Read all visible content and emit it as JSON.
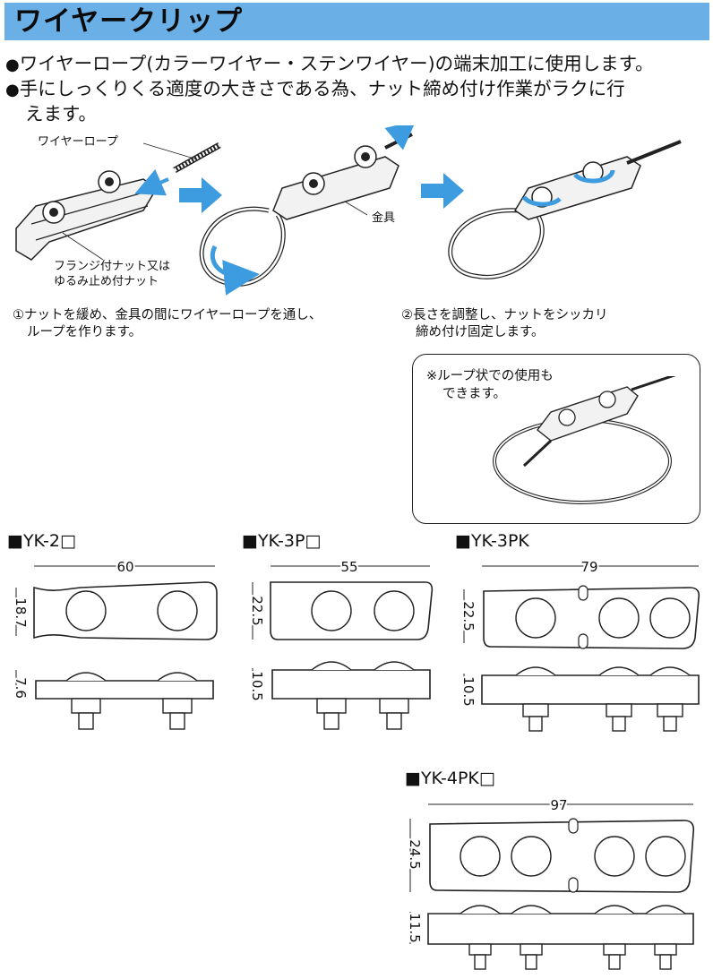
{
  "title": "ワイヤークリップ",
  "bullets": [
    {
      "mark": "●",
      "text": "ワイヤーロープ(カラーワイヤー・ステンワイヤー)の端末加工に使用します。"
    },
    {
      "mark": "●",
      "text_line1": "手にしっくりくる適度の大きさである為、ナット締め付け作業がラクに行",
      "text_line2": "えます。"
    }
  ],
  "diagram": {
    "label_wire": "ワイヤーロープ",
    "label_flange_1": "フランジ付ナット又は",
    "label_flange_2": "ゆるみ止め付ナット",
    "label_fitting": "金具",
    "step1_line1": "①ナットを緩め、金具の間にワイヤーロープを通し、",
    "step1_line2": "ループを作ります。",
    "step2_line1": "②長さを調整し、ナットをシッカリ",
    "step2_line2": "締め付け固定します。",
    "loop_note_line1": "※ループ状での使用も",
    "loop_note_line2": "できます。"
  },
  "products": [
    {
      "name": "■YK-2□",
      "width": "60",
      "height": "18.7",
      "thickness": "7.6"
    },
    {
      "name": "■YK-3P□",
      "width": "55",
      "height": "22.5",
      "thickness": "10.5"
    },
    {
      "name": "■YK-3PK",
      "width": "79",
      "height": "22.5",
      "thickness": "10.5"
    },
    {
      "name": "■YK-4PK□",
      "width": "97",
      "height": "24.5",
      "thickness": "11.5"
    }
  ],
  "colors": {
    "title_bar": "#6ab0e6",
    "arrow_blue": "#3d9be0",
    "line": "#222222"
  }
}
